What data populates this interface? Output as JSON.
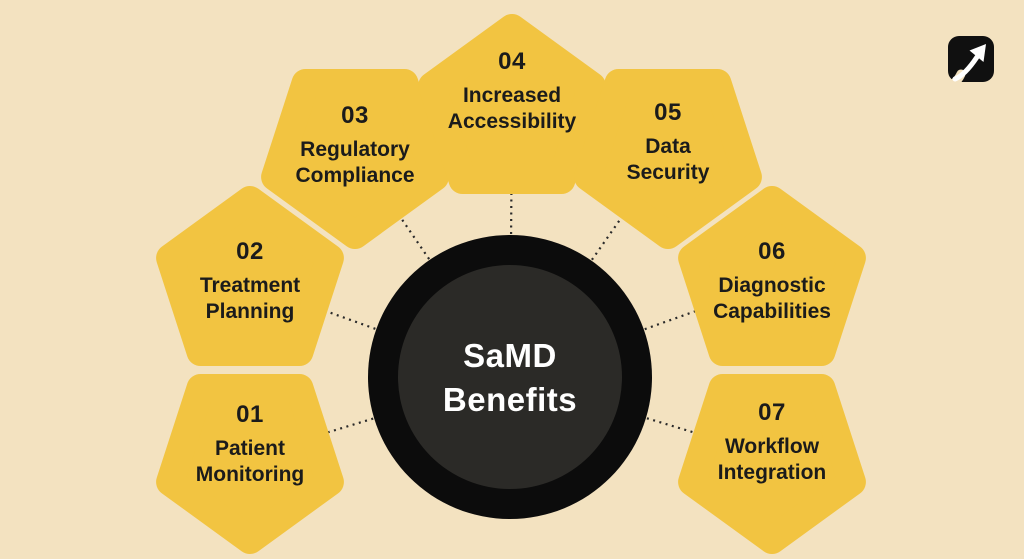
{
  "diagram": {
    "center": {
      "line1": "SaMD",
      "line2": "Benefits"
    },
    "nodes": [
      {
        "num": "01",
        "line1": "Patient",
        "line2": "Monitoring"
      },
      {
        "num": "02",
        "line1": "Treatment",
        "line2": "Planning"
      },
      {
        "num": "03",
        "line1": "Regulatory",
        "line2": "Compliance"
      },
      {
        "num": "04",
        "line1": "Increased",
        "line2": "Accessibility"
      },
      {
        "num": "05",
        "line1": "Data",
        "line2": "Security"
      },
      {
        "num": "06",
        "line1": "Diagnostic",
        "line2": "Capabilities"
      },
      {
        "num": "07",
        "line1": "Workflow",
        "line2": "Integration"
      }
    ],
    "connections": [
      {
        "from": "center",
        "to": "01"
      },
      {
        "from": "center",
        "to": "02"
      },
      {
        "from": "center",
        "to": "03"
      },
      {
        "from": "center",
        "to": "04"
      },
      {
        "from": "center",
        "to": "05"
      },
      {
        "from": "center",
        "to": "06"
      },
      {
        "from": "center",
        "to": "07"
      }
    ],
    "icons": [
      {
        "name": "growth-arrow-icon",
        "position": "top-right"
      }
    ],
    "colors": {
      "background": "#F3E2C0",
      "pentagon": "#F2C441",
      "circle_ring": "#0C0C0C",
      "circle_inner": "#2B2A27",
      "text_dark": "#1B1B1B",
      "text_light": "#FFFFFF",
      "connector_dots": "#2A2A2A",
      "icon_background": "#101010",
      "icon_arrow": "#FFFFFF"
    }
  }
}
